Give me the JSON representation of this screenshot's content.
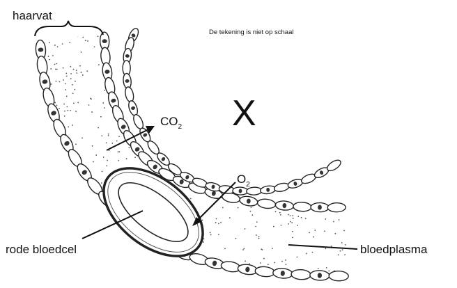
{
  "labels": {
    "haarvat": "haarvat",
    "note": "De tekening is niet op schaal",
    "x_marker": "X",
    "co2_main": "CO",
    "co2_sub": "2",
    "o2_main": "O",
    "o2_sub": "2",
    "rode_bloedcel": "rode bloedcel",
    "bloedplasma": "bloedplasma"
  }
}
